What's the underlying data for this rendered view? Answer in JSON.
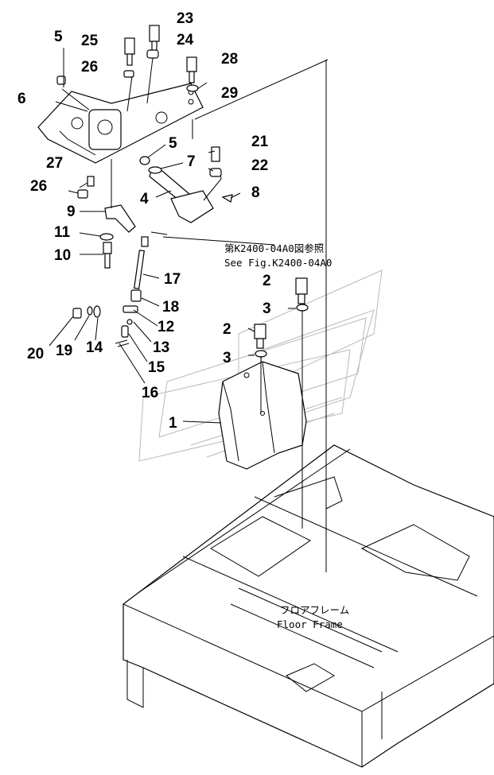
{
  "callouts": [
    {
      "label": "23"
    },
    {
      "label": "5"
    },
    {
      "label": "25"
    },
    {
      "label": "24"
    },
    {
      "label": "26"
    },
    {
      "label": "28"
    },
    {
      "label": "29"
    },
    {
      "label": "6"
    },
    {
      "label": "5"
    },
    {
      "label": "21"
    },
    {
      "label": "7"
    },
    {
      "label": "27"
    },
    {
      "label": "22"
    },
    {
      "label": "26"
    },
    {
      "label": "8"
    },
    {
      "label": "4"
    },
    {
      "label": "9"
    },
    {
      "label": "11"
    },
    {
      "label": "10"
    },
    {
      "label": "17"
    },
    {
      "label": "2"
    },
    {
      "label": "3"
    },
    {
      "label": "18"
    },
    {
      "label": "12"
    },
    {
      "label": "2"
    },
    {
      "label": "20"
    },
    {
      "label": "19"
    },
    {
      "label": "14"
    },
    {
      "label": "13"
    },
    {
      "label": "3"
    },
    {
      "label": "15"
    },
    {
      "label": "16"
    },
    {
      "label": "1"
    }
  ],
  "reference_note": {
    "line1": "第K2400-04A0図参照",
    "line2": "See Fig.K2400-04A0"
  },
  "floor_frame_label": {
    "jp": "フロアフレーム",
    "en": "Floor Frame"
  }
}
